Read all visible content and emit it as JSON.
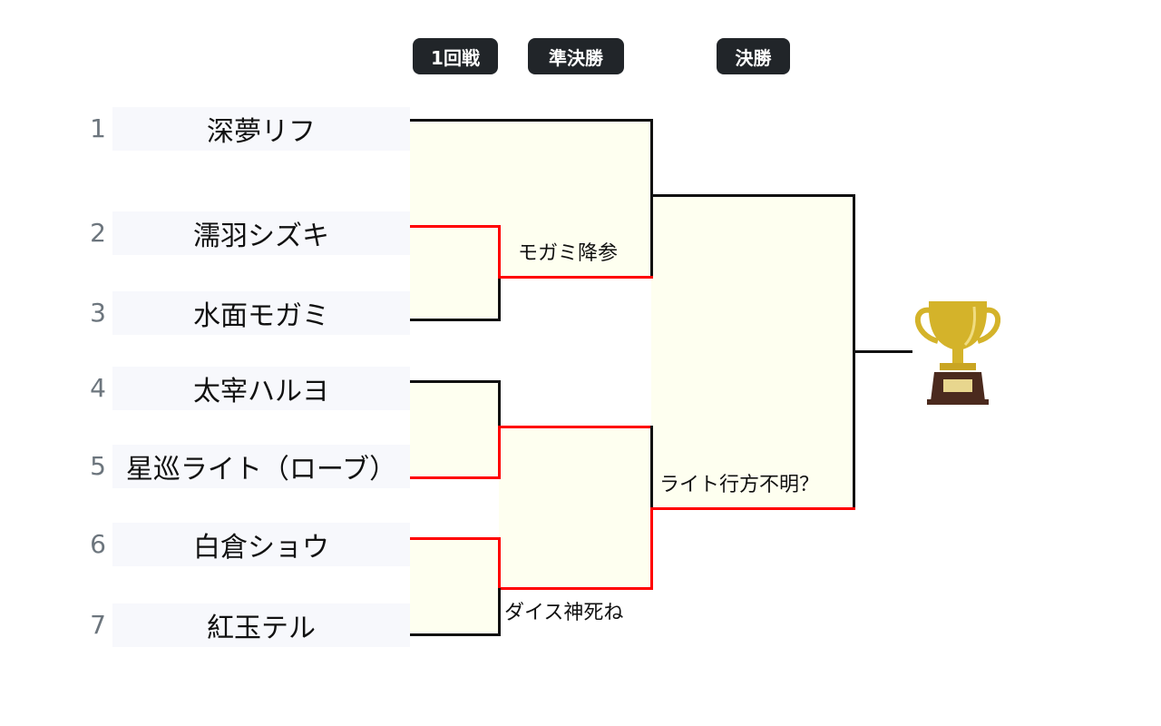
{
  "rounds": [
    "1回戦",
    "準決勝",
    "決勝"
  ],
  "players": [
    {
      "seed": "1",
      "name": "深夢リフ"
    },
    {
      "seed": "2",
      "name": "濡羽シズキ"
    },
    {
      "seed": "3",
      "name": "水面モガミ"
    },
    {
      "seed": "4",
      "name": "太宰ハルヨ"
    },
    {
      "seed": "5",
      "name": "星巡ライト（ローブ）"
    },
    {
      "seed": "6",
      "name": "白倉ショウ"
    },
    {
      "seed": "7",
      "name": "紅玉テル"
    }
  ],
  "results": {
    "semi1": "モガミ降参",
    "semi2": "ダイス神死ね",
    "final": "ライト行方不明？"
  },
  "colors": {
    "winner_line": "#ff0000",
    "line": "#111111",
    "match_fill": "#fefff0",
    "header_bg": "#212529"
  }
}
